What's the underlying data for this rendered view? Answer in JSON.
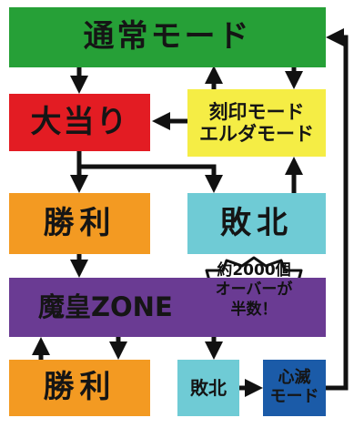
{
  "colors": {
    "green": "#26a037",
    "red": "#e31c23",
    "yellow": "#f5ed45",
    "orange": "#f39a22",
    "cyan": "#6fcbd5",
    "purple": "#6a3b93",
    "blue": "#1b5ba8",
    "arrow": "#111111"
  },
  "nodes": {
    "normal_mode": "通常モード",
    "big_win": "大当り",
    "kokuin_line1": "刻印モード",
    "kokuin_line2": "エルダモード",
    "win_1": "勝利",
    "lose_1": "敗北",
    "maou_zone": "魔皇ZONE",
    "win_2": "勝利",
    "lose_2": "敗北",
    "shinmetsu_line1": "心滅",
    "shinmetsu_line2": "モード"
  },
  "callout": {
    "line1": "約2000個",
    "line2": "オーバーが",
    "line3": "半数！"
  }
}
